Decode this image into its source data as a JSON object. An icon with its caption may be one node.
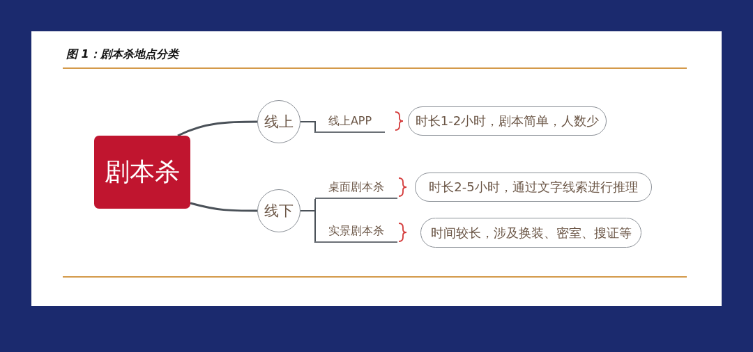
{
  "diagram": {
    "title": "图 1：剧本杀地点分类",
    "nodes": [
      {
        "text": [
          "剧本杀"
        ]
      },
      {
        "text": [
          "线上"
        ]
      },
      {
        "text": [
          "线下"
        ]
      },
      {
        "text": [
          "线上APP"
        ]
      },
      {
        "text": [
          "桌面剧本杀"
        ]
      },
      {
        "text": [
          "实景剧本杀"
        ]
      },
      {
        "text": [
          "时长1-2小时，剧本简单，人数少"
        ]
      },
      {
        "text": [
          "时长2-5小时，通过文字线索进行推理"
        ]
      },
      {
        "text": [
          "时间较长，涉及换装、密室、搜证等"
        ]
      }
    ],
    "edges": [
      {
        "from": 0,
        "to": 1,
        "arrow": "none"
      },
      {
        "from": 0,
        "to": 2,
        "arrow": "none"
      },
      {
        "from": 1,
        "to": 3,
        "arrow": "none"
      },
      {
        "from": 2,
        "to": 4,
        "arrow": "none"
      },
      {
        "from": 2,
        "to": 5,
        "arrow": "none"
      }
    ]
  }
}
